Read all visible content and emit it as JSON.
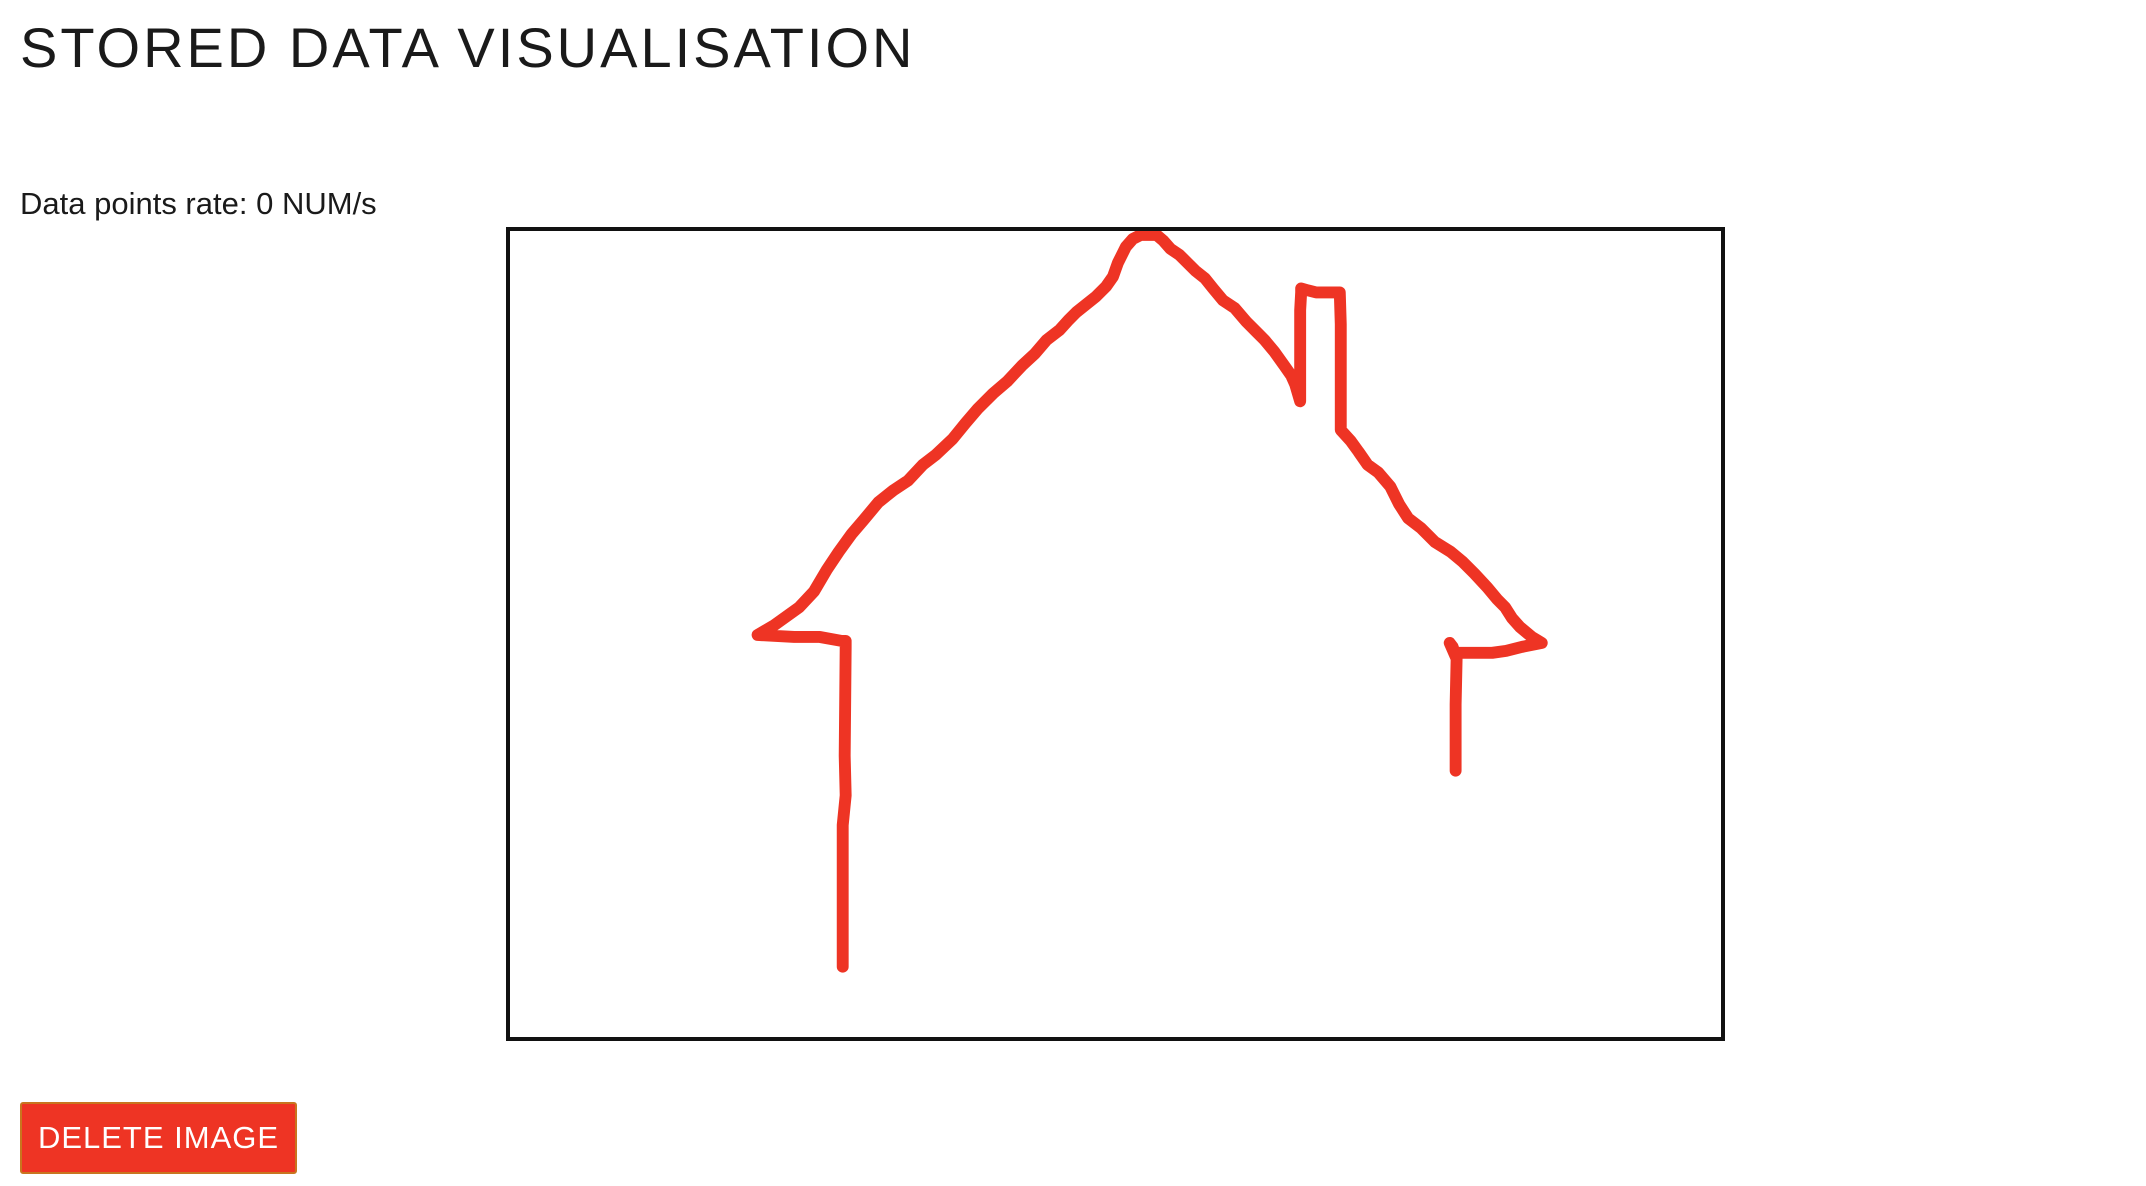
{
  "header": {
    "title": "STORED DATA VISUALISATION"
  },
  "stats": {
    "rate_label": "Data points rate:",
    "rate_value": "0",
    "rate_unit": "NUM/s"
  },
  "drawing": {
    "stroke_color": "#ee3424",
    "frame_color": "#111111",
    "subject": "house outline with chimney"
  },
  "actions": {
    "delete_label": "DELETE IMAGE",
    "delete_color": "#ee3424"
  }
}
